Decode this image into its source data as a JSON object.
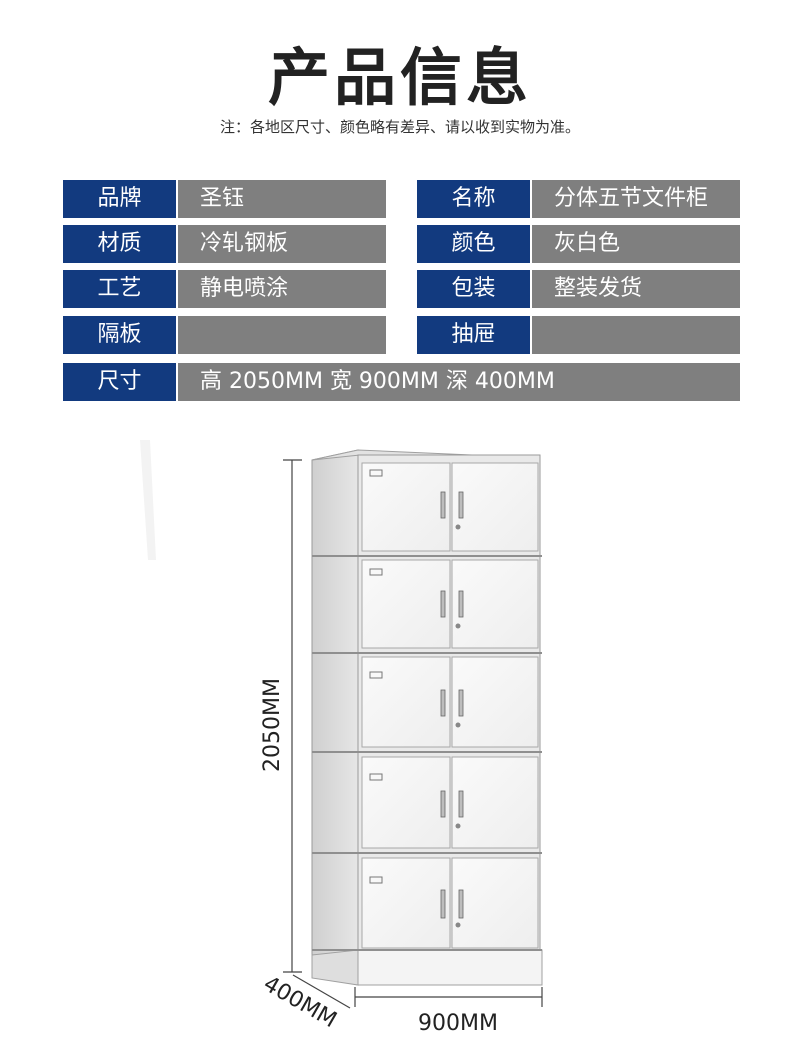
{
  "title": "产品信息",
  "note": "注：各地区尺寸、颜色略有差异、请以收到实物为准。",
  "specs": {
    "brand": {
      "label": "品牌",
      "value": "圣钰"
    },
    "name": {
      "label": "名称",
      "value": "分体五节文件柜"
    },
    "material": {
      "label": "材质",
      "value": "冷轧钢板"
    },
    "color": {
      "label": "颜色",
      "value": "灰白色"
    },
    "process": {
      "label": "工艺",
      "value": "静电喷涂"
    },
    "package": {
      "label": "包装",
      "value": "整装发货"
    },
    "shelf": {
      "label": "隔板",
      "value": ""
    },
    "drawer": {
      "label": "抽屉",
      "value": ""
    },
    "size": {
      "label": "尺寸",
      "value": "高 2050MM 宽 900MM 深 400MM"
    }
  },
  "dimensions": {
    "height": "2050MM",
    "width": "900MM",
    "depth": "400MM"
  },
  "colors": {
    "label_bg": "#123a7f",
    "value_bg": "#7f7f7f",
    "cabinet": "#f2f2f2"
  }
}
